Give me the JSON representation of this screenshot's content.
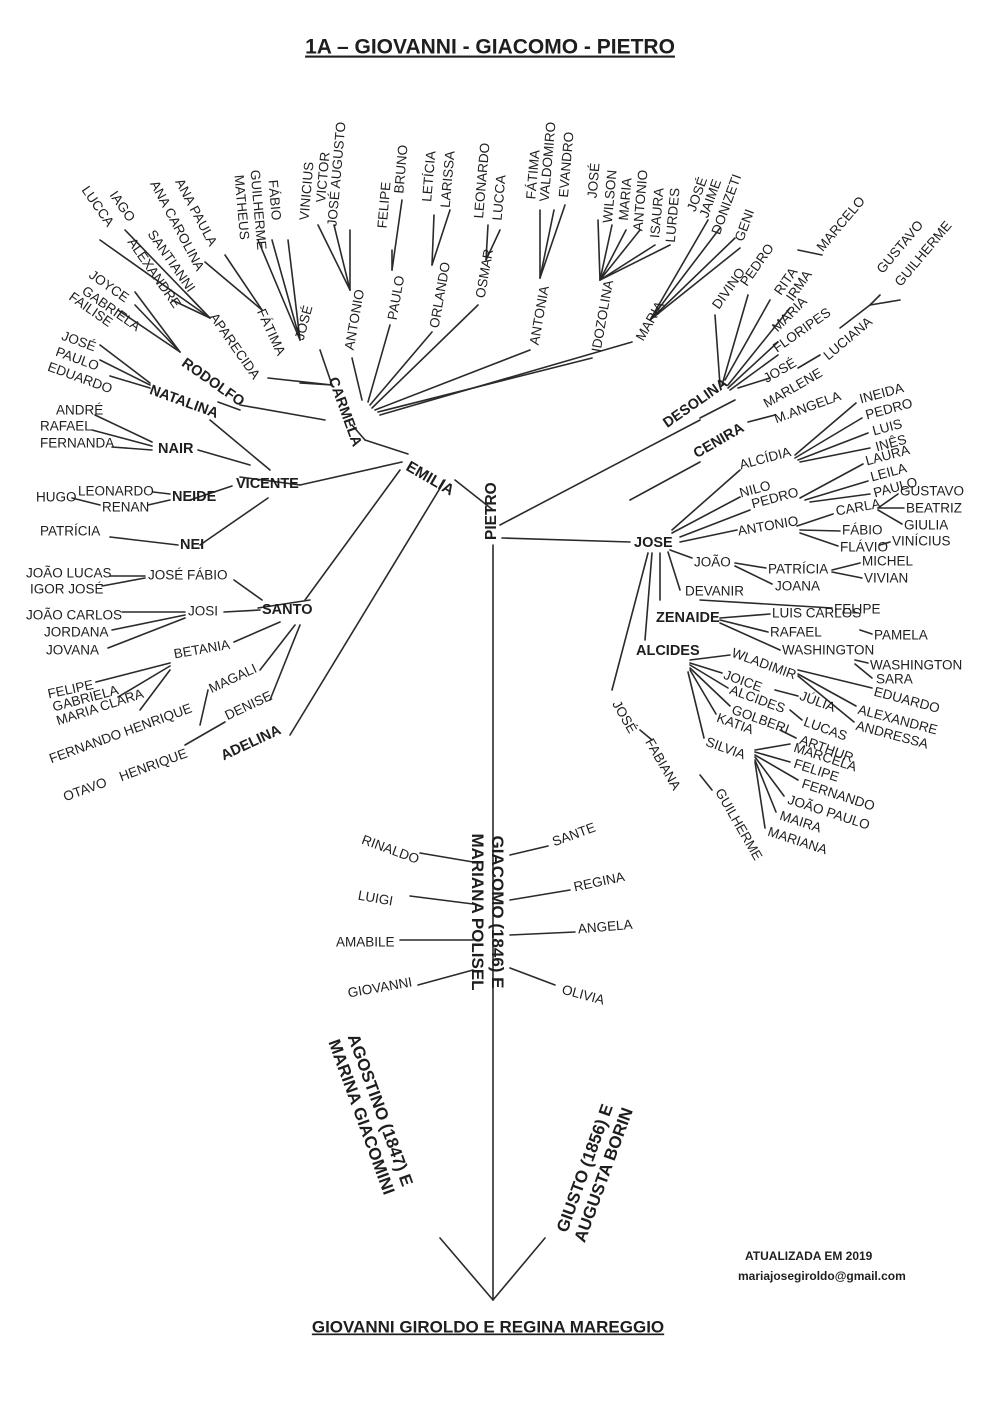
{
  "title": "1A – GIOVANNI  -  GIACOMO  -  PIETRO",
  "root": "GIOVANNI GIROLDO E REGINA MAREGGIO",
  "couples": {
    "left": "AGOSTINO (1847) E\nMARINA GIACOMINI",
    "right": "GIUSTO (1856) E\nAUGUSTA BORIN",
    "trunk": "GIACOMO (1846) E\nMARIANA POLISEL"
  },
  "giacomo_children": [
    "RINALDO",
    "LUIGI",
    "AMABILE",
    "GIOVANNI",
    "SANTE",
    "REGINA",
    "ANGELA",
    "OLIVIA"
  ],
  "pietro": "PIETRO",
  "emilia": {
    "name": "EMILIA",
    "carmela": {
      "name": "CARMELA",
      "children": [
        {
          "name": "APARECIDA",
          "children": [
            "IAGO",
            "LUCCA",
            "SANTIANNI",
            "ALEXANDRE"
          ]
        },
        {
          "name": "FÁTIMA",
          "children": [
            "ANA PAULA",
            "ANA CAROLINA"
          ]
        },
        {
          "name": "JOSÉ",
          "children": [
            "MATHEUS",
            "GUILHERME",
            "FÁBIO"
          ]
        },
        {
          "name": "ANTONIO",
          "children": [
            "VINICIUS",
            "VICTOR",
            "JOSÉ AUGUSTO"
          ]
        },
        {
          "name": "PAULO",
          "children": [
            "FELIPE",
            "BRUNO"
          ]
        },
        {
          "name": "ORLANDO",
          "children": [
            "LETÍCIA",
            "LARISSA"
          ]
        },
        {
          "name": "OSMAR",
          "children": [
            "LEONARDO",
            "LUCCA"
          ]
        },
        {
          "name": "ANTONIA",
          "children": [
            "FÁTIMA",
            "VALDOMIRO",
            "EVANDRO"
          ]
        },
        {
          "name": "IDOZOLINA",
          "children": [
            "JOSÉ",
            "WILSON",
            "MARIA",
            "ANTONIO",
            "ISAURA",
            "LURDES"
          ]
        },
        {
          "name": "MARIA",
          "children": [
            "JOSÉ",
            "JAIME",
            "DONIZETI",
            "GENI"
          ]
        }
      ]
    },
    "others": [
      {
        "name": "RODOLFO",
        "children": [
          "JOYCE",
          "GABRIELA",
          "FAILISE"
        ]
      },
      {
        "name": "NATALINA",
        "children": [
          "JOSÉ",
          "PAULO",
          "EDUARDO"
        ]
      }
    ],
    "vicente": {
      "name": "VICENTE",
      "nair": {
        "name": "NAIR",
        "children": [
          "ANDRÉ",
          "RAFAEL",
          "FERNANDA"
        ]
      },
      "neide": {
        "name": "NEIDE",
        "children": [
          "LEONARDO",
          "HUGO",
          "RENAN"
        ]
      },
      "nei": {
        "name": "NEI",
        "children": [
          "PATRÍCIA"
        ]
      }
    },
    "santo": {
      "name": "SANTO",
      "jose_fabio": {
        "name": "JOSÉ  FÁBIO",
        "children": [
          "JOÃO LUCAS",
          "IGOR JOSÉ"
        ]
      },
      "josi": {
        "name": "JOSI",
        "children": [
          "JOÃO CARLOS",
          "JORDANA",
          "JOVANA"
        ]
      },
      "betania": {
        "name": "BETANIA",
        "children": [
          "FELIPE",
          "GABRIELA",
          "MARIA CLARA"
        ]
      },
      "magali": {
        "name": "MAGALI",
        "children": [
          "FERNANDO HENRIQUE"
        ]
      },
      "denise": {
        "name": "DENISE",
        "children": [
          "OTAVO",
          "HENRIQUE"
        ]
      }
    },
    "adelina": "ADELINA"
  },
  "desolina": {
    "name": "DESOLINA",
    "children": [
      "DIVINO",
      "PEDRO",
      "RITA",
      "IRMA",
      "MARIA",
      "FLORIPES",
      "JOSÉ",
      "LUCIANA"
    ],
    "rita_child": "MARCELO",
    "luciana_children": [
      "GUSTAVO",
      "GUILHERME"
    ]
  },
  "cenira": {
    "name": "CENIRA",
    "children": [
      "MARLENE",
      "M.ANGELA"
    ]
  },
  "jose": {
    "name": "JOSE",
    "alcidia": {
      "name": "ALCÍDIA",
      "children": [
        "INEIDA",
        "PEDRO",
        "LUIS",
        "INÊS"
      ]
    },
    "nilo": "NILO",
    "pedro": {
      "name": "PEDRO",
      "children": [
        "LAURA",
        "LEILA",
        "PAULO"
      ]
    },
    "antonio": {
      "name": "ANTONIO",
      "children": [
        "CARLA",
        "FÁBIO",
        "FLÁVIO"
      ]
    },
    "carla_children": [
      "GUSTAVO",
      "BEATRIZ",
      "GIULIA"
    ],
    "flavio_child": "VINÍCIUS",
    "joao": {
      "name": "JOÃO",
      "children": [
        "PATRÍCIA",
        "JOANA"
      ]
    },
    "patricia_children": [
      "MICHEL",
      "VIVIAN"
    ],
    "devanir": {
      "name": "DEVANIR",
      "children": [
        "FELIPE"
      ]
    },
    "zenaide": {
      "name": "ZENAIDE",
      "children": [
        "LUIS CARLOS",
        "RAFAEL",
        "WASHINGTON"
      ]
    },
    "luis_carlos_child": "PAMELA",
    "washington_children": [
      "WASHINGTON",
      "SARA"
    ],
    "alcides": {
      "name": "ALCIDES",
      "children": [
        "WLADIMIR",
        "JOICE",
        "ALCIDES",
        "GOLBERI",
        "KATIA",
        "SILVIA"
      ]
    },
    "wladimir_children": [
      "EDUARDO",
      "ALEXANDRE",
      "ANDRESSA"
    ],
    "joice_child": "JÚLIA",
    "alcides_child": "LUCAS",
    "golberi_child": "ARTHUR",
    "silvia_children": [
      "MARCELA",
      "FELIPE",
      "FERNANDO",
      "JOÃO PAULO",
      "MAIRA",
      "MARIANA"
    ],
    "jose2": "JOSÉ",
    "fabiana": "FABIANA",
    "guilherme": "GUILHERME"
  },
  "footer": {
    "updated": "ATUALIZADA EM  2019",
    "email": "mariajosegiroldo@gmail.com"
  }
}
